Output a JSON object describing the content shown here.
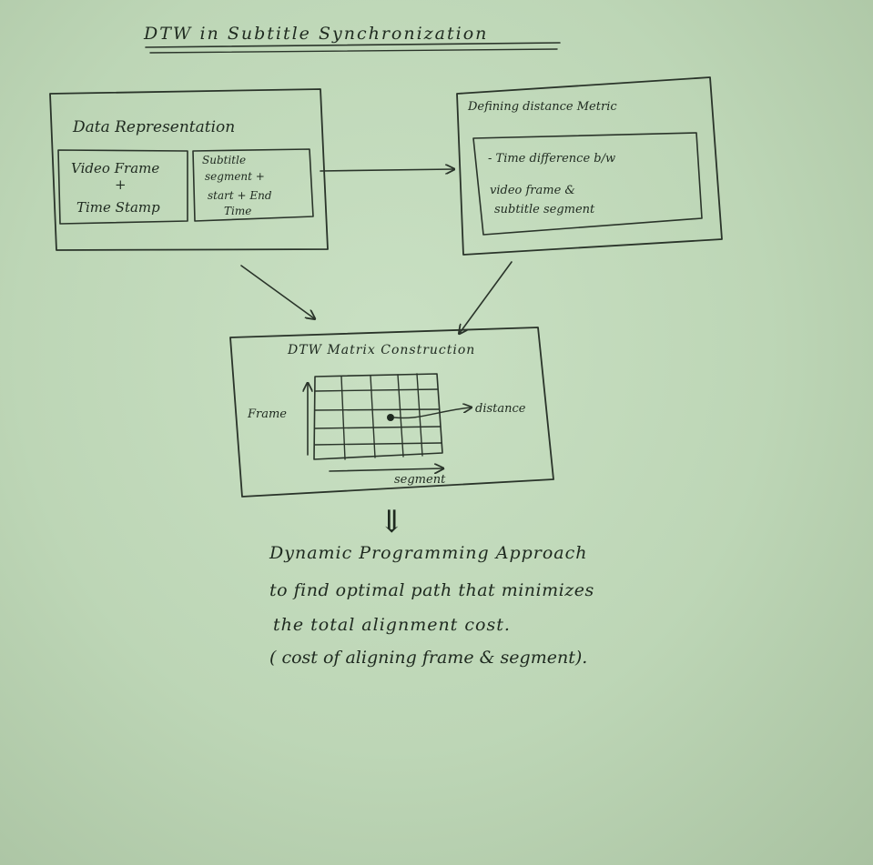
{
  "title": "DTW in Subtitle Synchronization",
  "data_representation": {
    "title": "Data Representation",
    "video_box": {
      "line1": "Video Frame",
      "plus": "+",
      "line2": "Time Stamp"
    },
    "subtitle_box": {
      "line1": "Subtitle",
      "line2": "segment +",
      "line3": "start + End",
      "line4": "Time"
    }
  },
  "distance_metric": {
    "title": "Defining distance Metric",
    "line1": "- Time difference b/w",
    "line2": "video frame &",
    "line3": "subtitle segment"
  },
  "matrix": {
    "title": "DTW Matrix Construction",
    "y_label": "Frame",
    "x_label": "segment",
    "point_label": "distance"
  },
  "conclusion_arrow": "⇓",
  "conclusion": {
    "line1": "Dynamic Programming Approach",
    "line2": "to find optimal path that minimizes",
    "line3": "the total alignment cost.",
    "line4": "( cost of aligning frame & segment)."
  }
}
